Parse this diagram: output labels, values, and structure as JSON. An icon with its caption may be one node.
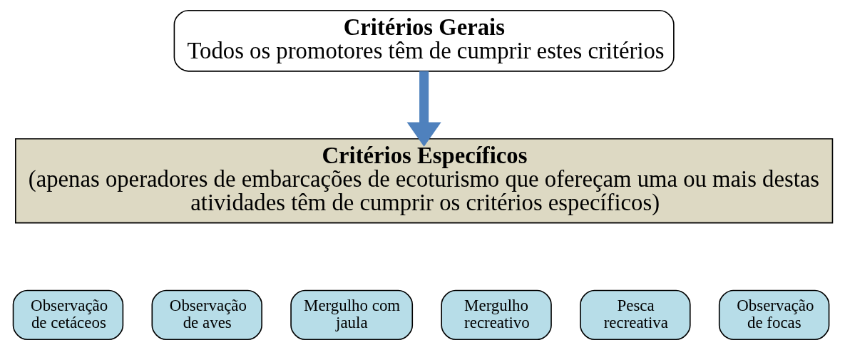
{
  "diagram": {
    "nodes": [
      {
        "text": [
          "Critérios Gerais",
          "Todos os promotores têm de cumprir estes critérios"
        ]
      },
      {
        "text": [
          "Critérios Específicos",
          "(apenas operadores de embarcações de ecoturismo que ofereçam uma ou mais destas atividades têm de cumprir os critérios específicos)"
        ]
      },
      {
        "text": [
          "Observação de cetáceos"
        ]
      },
      {
        "text": [
          "Observação de aves"
        ]
      },
      {
        "text": [
          "Mergulho com jaula"
        ]
      },
      {
        "text": [
          "Mergulho recreativo"
        ]
      },
      {
        "text": [
          "Pesca recreativa"
        ]
      },
      {
        "text": [
          "Observação de focas"
        ]
      }
    ],
    "edges": [
      {
        "from": 0,
        "to": 1,
        "arrow": "to",
        "color": "#4f81bd"
      }
    ]
  }
}
